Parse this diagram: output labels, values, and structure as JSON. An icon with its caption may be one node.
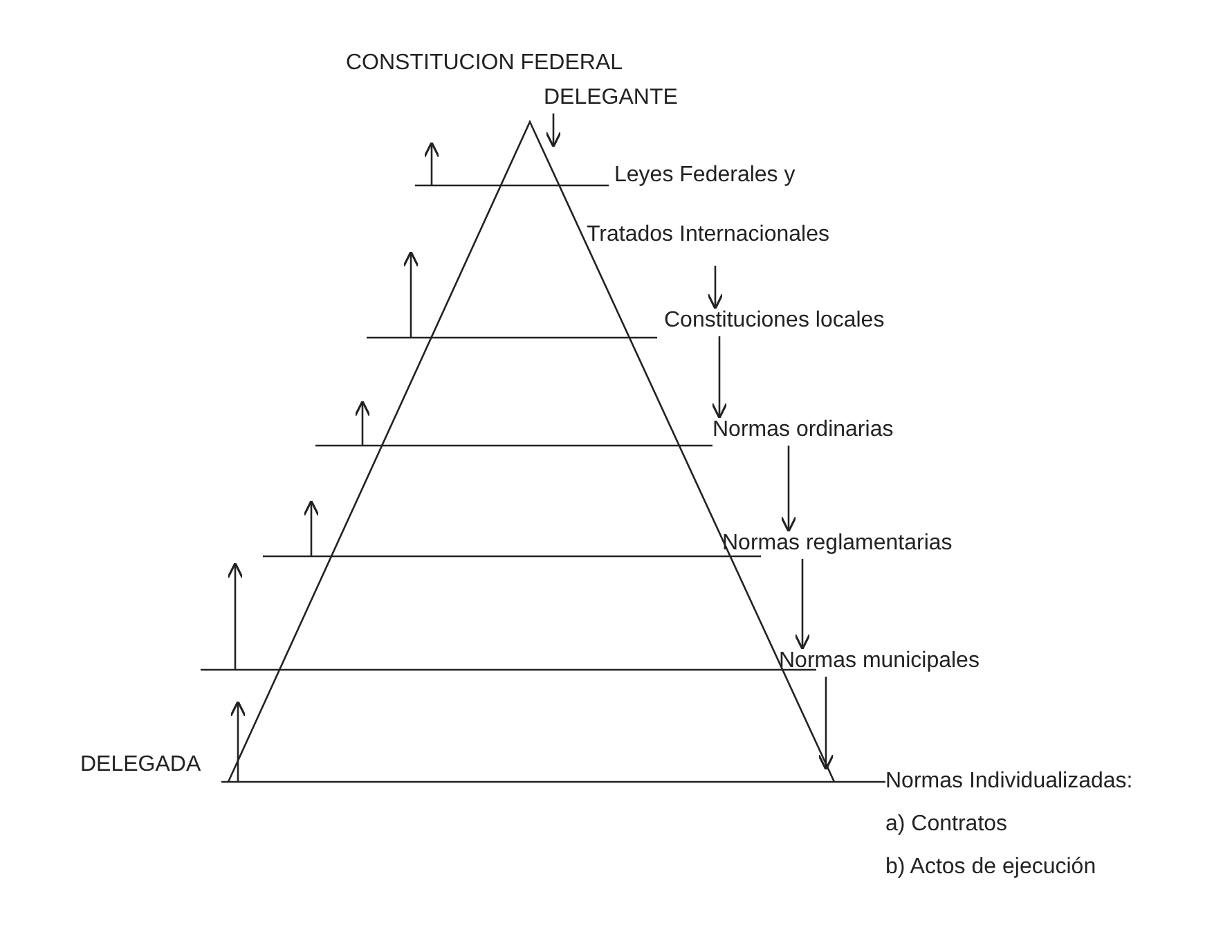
{
  "diagram": {
    "title": "CONSTITUCION FEDERAL",
    "nodes": [
      {
        "text": [
          "DELEGANTE"
        ]
      },
      {
        "text": [
          "Leyes Federales y Tratados Internacionales"
        ]
      },
      {
        "text": [
          "Constituciones locales"
        ]
      },
      {
        "text": [
          "Normas ordinarias"
        ]
      },
      {
        "text": [
          "Normas reglamentarias"
        ]
      },
      {
        "text": [
          "Normas municipales"
        ]
      },
      {
        "text": [
          "Normas Individualizadas:",
          "a) Contratos",
          "b) Actos de ejecución"
        ]
      }
    ],
    "edges": [
      {
        "from": 0,
        "to": 1,
        "arrow": "to"
      },
      {
        "from": 1,
        "to": 2,
        "arrow": "to"
      },
      {
        "from": 2,
        "to": 3,
        "arrow": "to"
      },
      {
        "from": 3,
        "to": 4,
        "arrow": "to"
      },
      {
        "from": 4,
        "to": 5,
        "arrow": "to"
      },
      {
        "from": 5,
        "to": 6,
        "arrow": "to"
      }
    ],
    "labels": [
      "DELEGADA"
    ]
  }
}
